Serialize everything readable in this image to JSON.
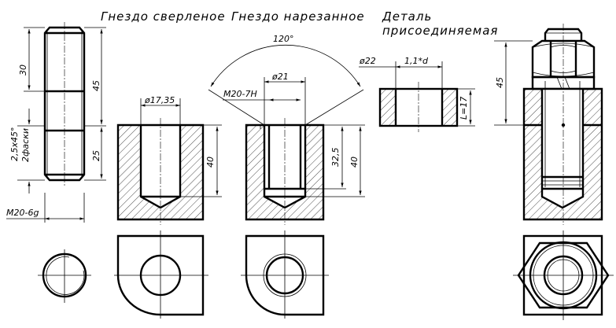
{
  "headings": {
    "drilled_socket": "Гнездо сверленое",
    "threaded_socket": "Гнездо нарезанное",
    "attached_part_line1": "Деталь",
    "attached_part_line2": "присоединяемая"
  },
  "stud": {
    "dim_30": "30",
    "dim_45": "45",
    "dim_25": "25",
    "chamfer_line1": "2,5х45°",
    "chamfer_line2": "2фаски",
    "thread_label": "М20-6g"
  },
  "drilled": {
    "dia_label": "ø17,35",
    "depth_label": "40"
  },
  "threaded": {
    "angle_label": "120°",
    "dia_label": "ø21",
    "thread_label": "М20-7Н",
    "depth_32": "32,5",
    "depth_40": "40"
  },
  "part": {
    "dia_label": "ø22",
    "clearance_label": "1,1*d",
    "thickness_label": "L=17"
  },
  "assembly": {
    "dim_45": "45"
  }
}
